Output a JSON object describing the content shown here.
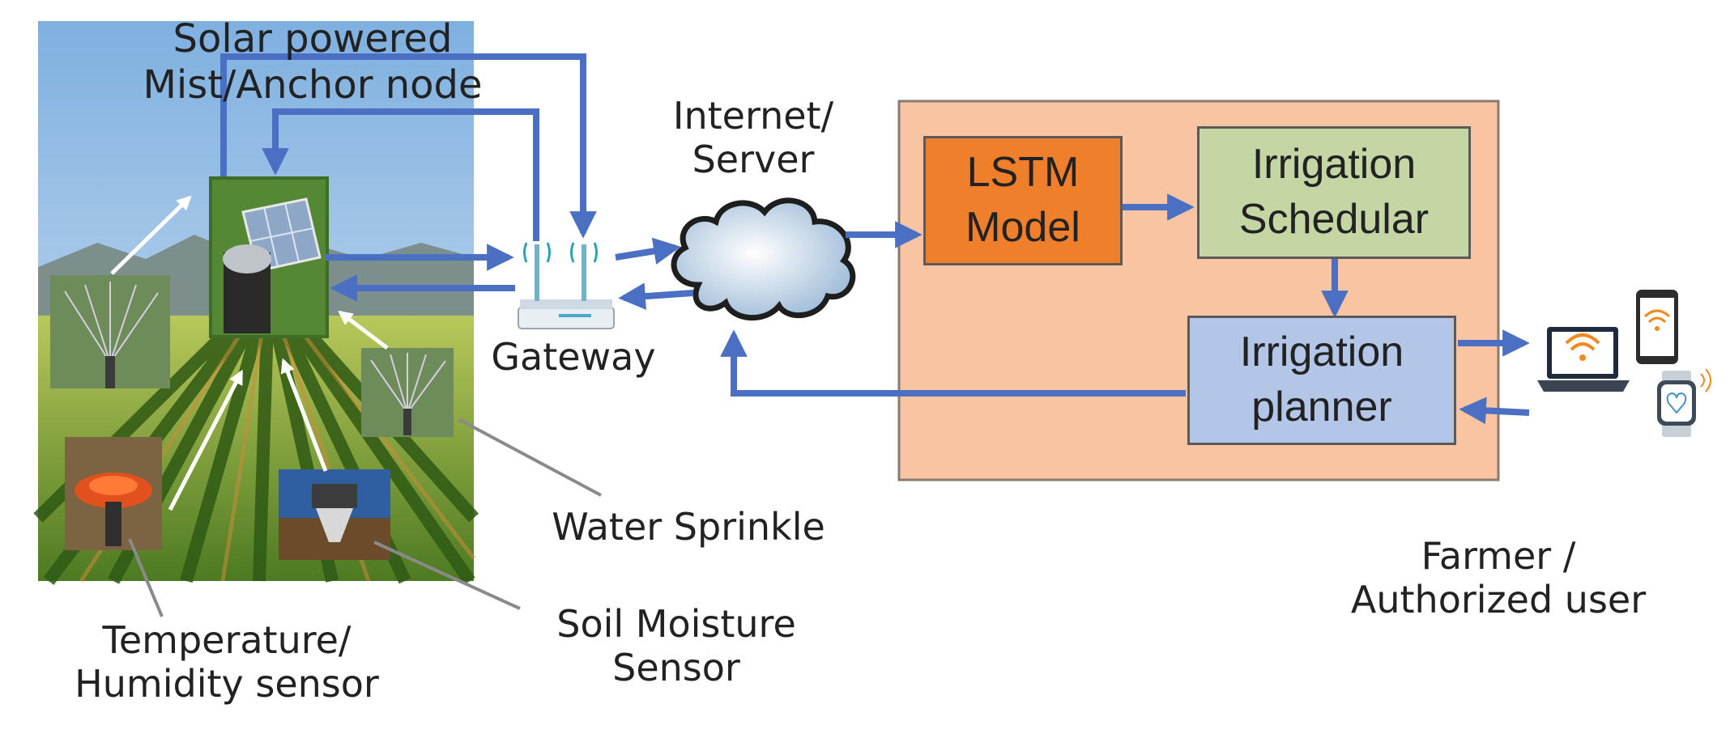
{
  "labels": {
    "solar_node": "Solar powered\nMist/Anchor node",
    "internet": "Internet/\nServer",
    "gateway": "Gateway",
    "water_sprinkle": "Water Sprinkle",
    "temp_humidity": "Temperature/\nHumidity sensor",
    "soil_moisture": "Soil Moisture\nSensor",
    "farmer": "Farmer /\nAuthorized user"
  },
  "boxes": {
    "lstm": "LSTM\nModel",
    "scheduler": "Irrigation\nSchedular",
    "planner": "Irrigation\nplanner"
  },
  "colors": {
    "arrow": "#4a6fc3",
    "system_bg": "#f8c4a2",
    "lstm": "#ef7f2a",
    "scheduler": "#c5d6a5",
    "planner": "#b3c6e8",
    "sky": "#9fc3e6",
    "crop_green": "#5e8f31",
    "soil": "#7a5f32"
  },
  "icons": [
    "farm-photo",
    "solar-node-photo",
    "sprinkler-photo",
    "temperature-sensor-photo",
    "soil-sensor-photo",
    "router-icon",
    "cloud-icon",
    "laptop-icon",
    "phone-icon",
    "smartwatch-icon"
  ]
}
